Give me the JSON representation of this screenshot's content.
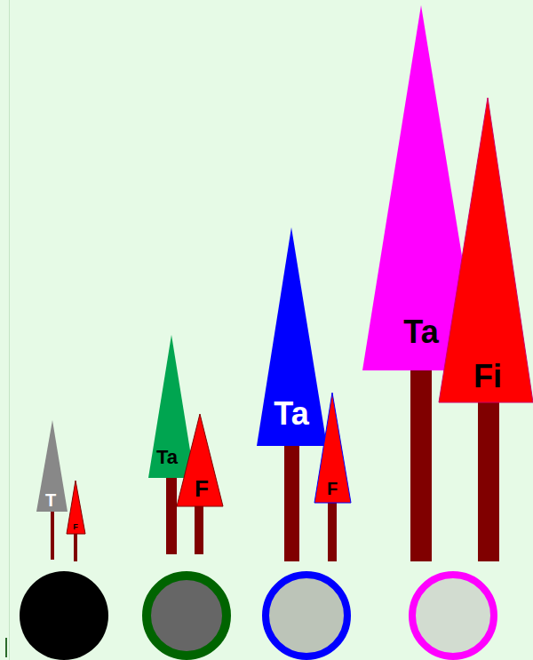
{
  "diagram": {
    "nodes": [
      {
        "text": [
          "T"
        ]
      },
      {
        "text": [
          "F"
        ]
      },
      {
        "text": [
          "Ta"
        ]
      },
      {
        "text": [
          "F"
        ]
      },
      {
        "text": [
          "Ta"
        ]
      },
      {
        "text": [
          "F"
        ]
      },
      {
        "text": [
          "Ta"
        ]
      },
      {
        "text": [
          "Fi"
        ]
      }
    ]
  }
}
